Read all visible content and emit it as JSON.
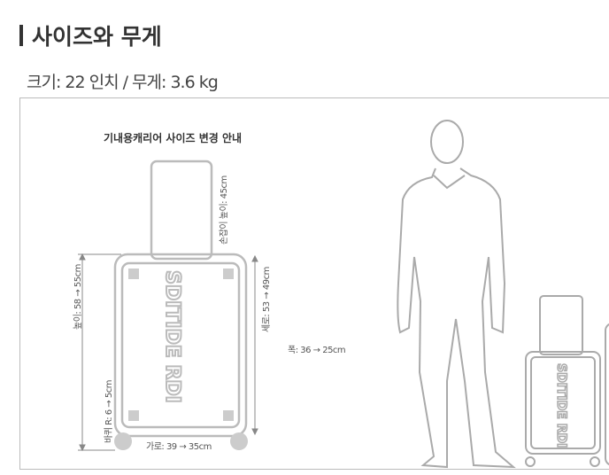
{
  "heading": "사이즈와 무게",
  "spec": "크기: 22 인치 / 무게: 3.6 kg",
  "diagram": {
    "guide_title": "기내용캐리어 사이즈 변경 안내",
    "handle_height": "손잡이 높이: 45cm",
    "height": "높이: 58 → 55cm",
    "length": "세로: 53 → 49cm",
    "depth": "폭: 36 → 25cm",
    "wheel": "바퀴 R: 6 → 5cm",
    "width": "가로: 39 → 35cm",
    "logo": "SDITIDE RDI"
  }
}
